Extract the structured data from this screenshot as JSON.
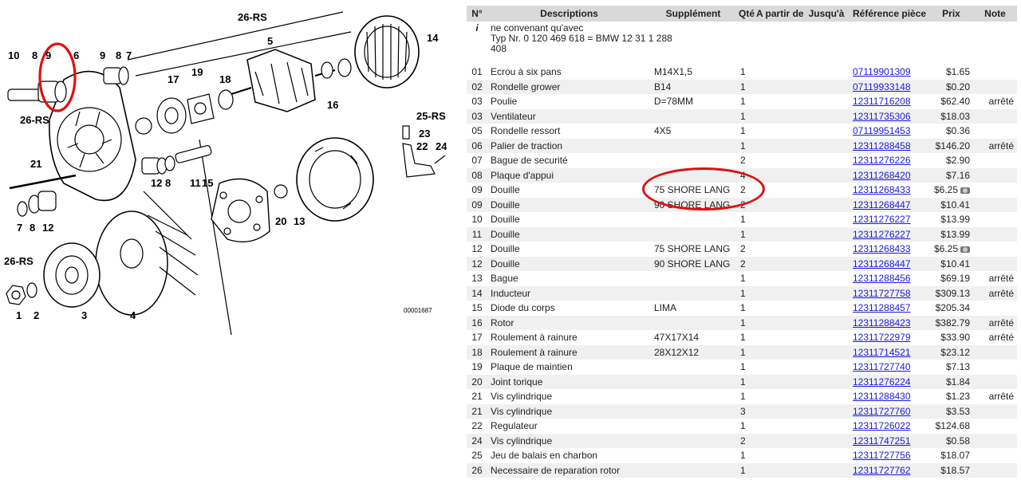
{
  "diagram": {
    "labels": [
      "26-RS",
      "5",
      "14",
      "10",
      "8",
      "9",
      "6",
      "9",
      "8",
      "7",
      "17",
      "19",
      "18",
      "16",
      "26-RS",
      "25-RS",
      "23",
      "22",
      "24",
      "21",
      "12",
      "8",
      "11",
      "15",
      "20",
      "13",
      "7",
      "8",
      "12",
      "26-RS",
      "1",
      "2",
      "3",
      "4"
    ],
    "ref": "00001687"
  },
  "table": {
    "headers": [
      "N°",
      "Descriptions",
      "Supplément",
      "Qté",
      "A partir de",
      "Jusqu'à",
      "Référence pièce",
      "Prix",
      "Note"
    ],
    "info": {
      "num": "i",
      "lines": [
        "ne convenant qu'avec",
        "Typ Nr. 0 120 469 618 = BMW 12 31 1 288",
        "408"
      ]
    },
    "rows": [
      {
        "num": "01",
        "desc": "Ecrou à six pans",
        "supp": "M14X1,5",
        "qty": "1",
        "ref": "07119901309",
        "price": "$1.65",
        "note": ""
      },
      {
        "num": "02",
        "desc": "Rondelle grower",
        "supp": "B14",
        "qty": "1",
        "ref": "07119933148",
        "price": "$0.20",
        "note": ""
      },
      {
        "num": "03",
        "desc": "Poulie",
        "supp": "D=78MM",
        "qty": "1",
        "ref": "12311716208",
        "price": "$62.40",
        "note": "arrêté"
      },
      {
        "num": "03",
        "desc": "Ventilateur",
        "supp": "",
        "qty": "1",
        "ref": "12311735306",
        "price": "$18.03",
        "note": ""
      },
      {
        "num": "05",
        "desc": "Rondelle ressort",
        "supp": "4X5",
        "qty": "1",
        "ref": "07119951453",
        "price": "$0.36",
        "note": ""
      },
      {
        "num": "06",
        "desc": "Palier de traction",
        "supp": "",
        "qty": "1",
        "ref": "12311288458",
        "price": "$146.20",
        "note": "arrêté"
      },
      {
        "num": "07",
        "desc": "Bague de securité",
        "supp": "",
        "qty": "2",
        "ref": "12311276226",
        "price": "$2.90",
        "note": ""
      },
      {
        "num": "08",
        "desc": "Plaque d'appui",
        "supp": "",
        "qty": "4",
        "ref": "12311268420",
        "price": "$7.16",
        "note": ""
      },
      {
        "num": "09",
        "desc": "Douille",
        "supp": "75 SHORE LANG",
        "qty": "2",
        "ref": "12311268433",
        "price": "$6.25",
        "note": "",
        "cam": true
      },
      {
        "num": "09",
        "desc": "Douille",
        "supp": "90 SHORE LANG",
        "qty": "2",
        "ref": "12311268447",
        "price": "$10.41",
        "note": ""
      },
      {
        "num": "10",
        "desc": "Douille",
        "supp": "",
        "qty": "1",
        "ref": "12311276227",
        "price": "$13.99",
        "note": ""
      },
      {
        "num": "11",
        "desc": "Douille",
        "supp": "",
        "qty": "1",
        "ref": "12311276227",
        "price": "$13.99",
        "note": ""
      },
      {
        "num": "12",
        "desc": "Douille",
        "supp": "75 SHORE LANG",
        "qty": "2",
        "ref": "12311268433",
        "price": "$6.25",
        "note": "",
        "cam": true
      },
      {
        "num": "12",
        "desc": "Douille",
        "supp": "90 SHORE LANG",
        "qty": "2",
        "ref": "12311268447",
        "price": "$10.41",
        "note": ""
      },
      {
        "num": "13",
        "desc": "Bague",
        "supp": "",
        "qty": "1",
        "ref": "12311288456",
        "price": "$69.19",
        "note": "arrêté"
      },
      {
        "num": "14",
        "desc": "Inducteur",
        "supp": "",
        "qty": "1",
        "ref": "12311727758",
        "price": "$309.13",
        "note": "arrêté"
      },
      {
        "num": "15",
        "desc": "Diode du corps",
        "supp": "LIMA",
        "qty": "1",
        "ref": "12311288457",
        "price": "$205.34",
        "note": ""
      },
      {
        "num": "16",
        "desc": "Rotor",
        "supp": "",
        "qty": "1",
        "ref": "12311288423",
        "price": "$382.79",
        "note": "arrêté"
      },
      {
        "num": "17",
        "desc": "Roulement à rainure",
        "supp": "47X17X14",
        "qty": "1",
        "ref": "12311722979",
        "price": "$33.90",
        "note": "arrêté"
      },
      {
        "num": "18",
        "desc": "Roulement à rainure",
        "supp": "28X12X12",
        "qty": "1",
        "ref": "12311714521",
        "price": "$23.12",
        "note": ""
      },
      {
        "num": "19",
        "desc": "Plaque de maintien",
        "supp": "",
        "qty": "1",
        "ref": "12311727740",
        "price": "$7.13",
        "note": ""
      },
      {
        "num": "20",
        "desc": "Joint torique",
        "supp": "",
        "qty": "1",
        "ref": "12311276224",
        "price": "$1.84",
        "note": ""
      },
      {
        "num": "21",
        "desc": "Vis cylindrique",
        "supp": "",
        "qty": "1",
        "ref": "12311288430",
        "price": "$1.23",
        "note": "arrêté"
      },
      {
        "num": "21",
        "desc": "Vis cylindrique",
        "supp": "",
        "qty": "3",
        "ref": "12311727760",
        "price": "$3.53",
        "note": ""
      },
      {
        "num": "22",
        "desc": "Regulateur",
        "supp": "",
        "qty": "1",
        "ref": "12311726022",
        "price": "$124.68",
        "note": ""
      },
      {
        "num": "24",
        "desc": "Vis cylindrique",
        "supp": "",
        "qty": "2",
        "ref": "12311747251",
        "price": "$0.58",
        "note": ""
      },
      {
        "num": "25",
        "desc": "Jeu de balais en charbon",
        "supp": "",
        "qty": "1",
        "ref": "12311727756",
        "price": "$18.07",
        "note": ""
      },
      {
        "num": "26",
        "desc": "Necessaire de reparation rotor",
        "supp": "",
        "qty": "1",
        "ref": "12311727762",
        "price": "$18.57",
        "note": ""
      }
    ]
  },
  "colors": {
    "header_bg": "#d9d9d9",
    "row_alt": "#f0f0f0",
    "link": "#1a1adb",
    "highlight": "#e01010"
  }
}
